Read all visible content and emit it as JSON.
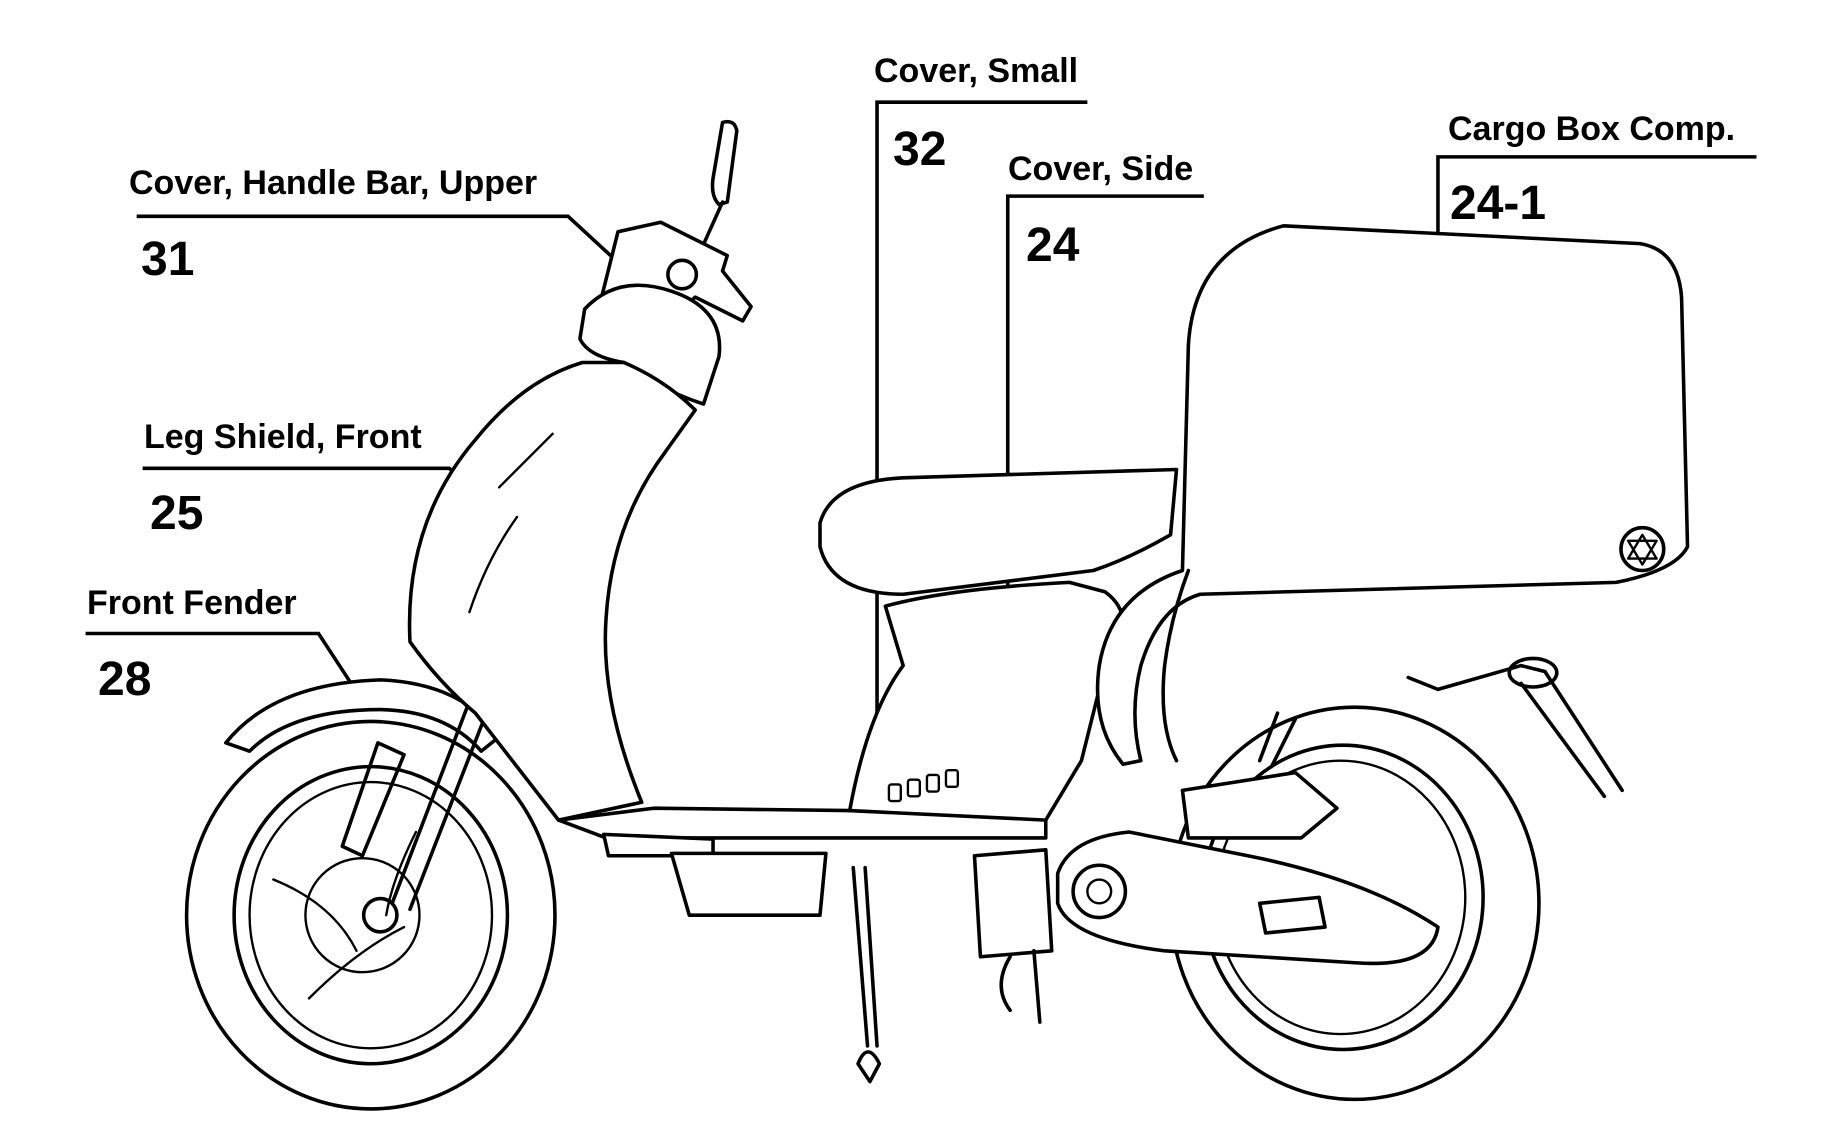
{
  "diagram": {
    "subject": "Scooter side view with cargo box - body parts callouts",
    "callouts": [
      {
        "id": "handlebar-cover",
        "name": "Cover, Handle Bar, Upper",
        "number": "31"
      },
      {
        "id": "cover-small",
        "name": "Cover, Small",
        "number": "32"
      },
      {
        "id": "cover-side",
        "name": "Cover, Side",
        "number": "24"
      },
      {
        "id": "cargo-box",
        "name": "Cargo Box Comp.",
        "number": "24-1"
      },
      {
        "id": "leg-shield",
        "name": "Leg Shield, Front",
        "number": "25"
      },
      {
        "id": "front-fender",
        "name": "Front Fender",
        "number": "28"
      }
    ]
  }
}
